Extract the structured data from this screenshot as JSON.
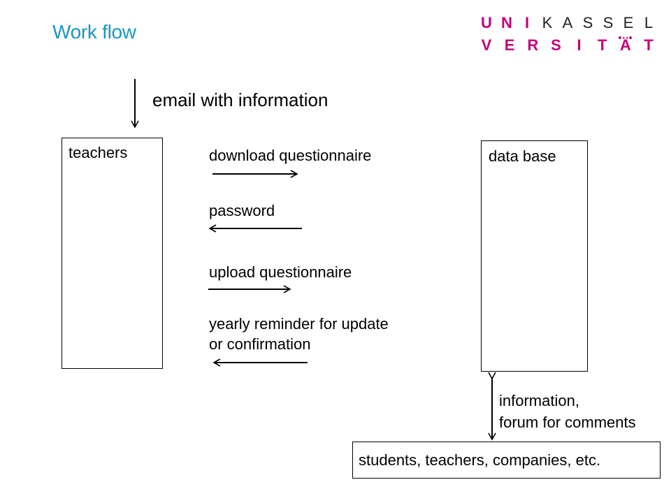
{
  "title": "Work flow",
  "logo": {
    "row1": [
      "U",
      "N",
      "I",
      "K",
      "A",
      "S",
      "S",
      "E",
      "L"
    ],
    "row2": [
      "V",
      "E",
      "R",
      "S",
      "I",
      "T",
      "Ä",
      "T"
    ],
    "umlaut_glyph": "Ä",
    "brand_color": "#c4007a",
    "title_color": "#1a96c4"
  },
  "nodes": {
    "teachers": "teachers",
    "database": "data base",
    "audience": "students, teachers, companies, etc."
  },
  "edges": {
    "email": "email with information",
    "download": "download questionnaire",
    "password": "password",
    "upload": "upload questionnaire",
    "reminder_line1": "yearly reminder for update",
    "reminder_line2": "or confirmation",
    "info_line1": "information,",
    "info_line2": "forum for comments"
  }
}
